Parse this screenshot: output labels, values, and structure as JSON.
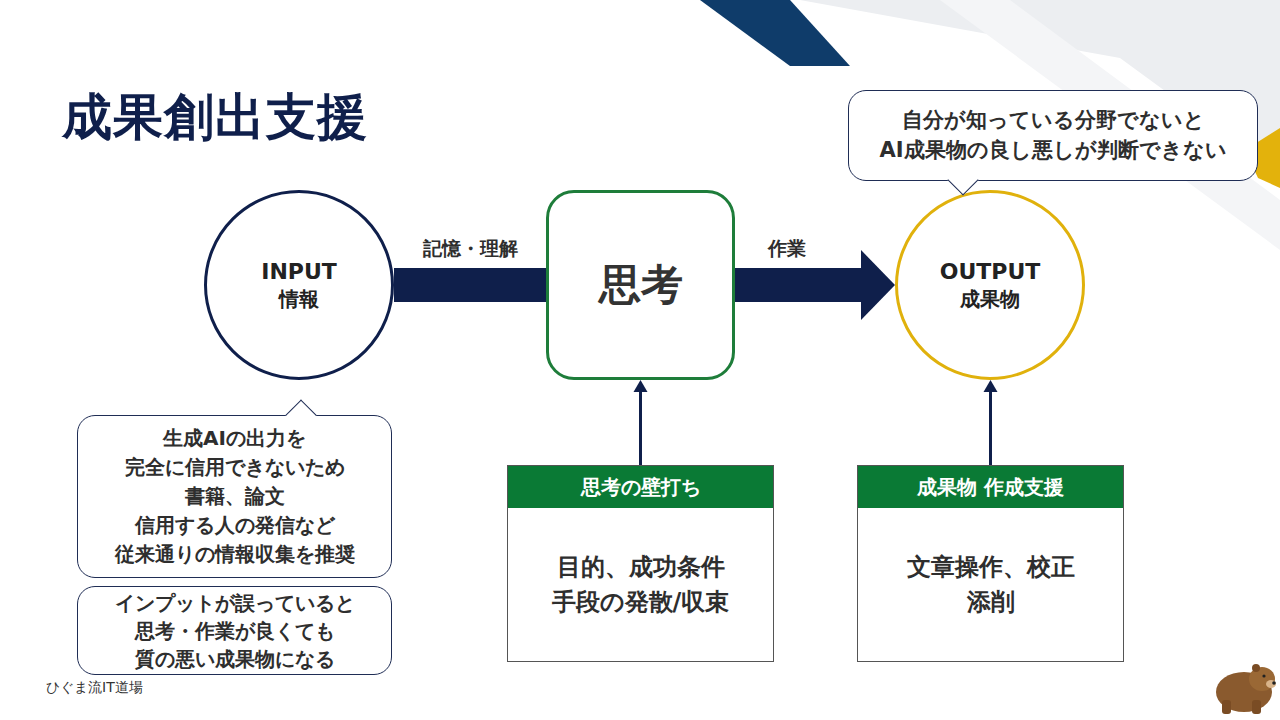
{
  "diagram": {
    "title": "成果創出支援",
    "nodes": [
      {
        "text": [
          "INPUT",
          "情報"
        ]
      },
      {
        "text": [
          "思考"
        ]
      },
      {
        "text": [
          "OUTPUT",
          "成果物"
        ]
      },
      {
        "text": [
          "自分が知っている分野でないと AI成果物の良し悪しが判断できない"
        ]
      },
      {
        "text": [
          "生成AIの出力を 完全に信用できないため 書籍、論文 信用する人の発信など 従来通りの情報収集を推奨"
        ]
      },
      {
        "text": [
          "インプットが誤っていると 思考・作業が良くても 質の悪い成果物になる"
        ]
      },
      {
        "text": [
          "思考の壁打ち",
          "目的、成功条件 手段の発散/収束"
        ]
      },
      {
        "text": [
          "成果物 作成支援",
          "文章操作、校正 添削"
        ]
      }
    ],
    "edges": [
      {
        "from": 0,
        "to": 1,
        "label": "記憶・理解",
        "arrow": "none"
      },
      {
        "from": 1,
        "to": 2,
        "label": "作業",
        "arrow": "to"
      },
      {
        "from": 6,
        "to": 1,
        "arrow": "to"
      },
      {
        "from": 7,
        "to": 2,
        "arrow": "to"
      }
    ],
    "labels": [
      "ひぐま流IT道場"
    ]
  }
}
